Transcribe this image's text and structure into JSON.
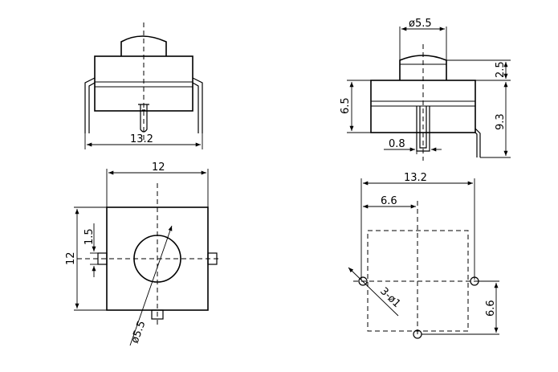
{
  "views": {
    "top_left": {
      "width_label": "13.2"
    },
    "bottom_left": {
      "width_label": "12",
      "height_label": "12",
      "offset_label": "1.5",
      "diameter_label": "ø5.5"
    },
    "top_right": {
      "cap_diameter_label": "ø5.5",
      "cap_height_label": "2.5",
      "body_height_label": "6.5",
      "total_height_label": "9.3",
      "pin_width_label": "0.8"
    },
    "bottom_right": {
      "width_label": "13.2",
      "half_width_label": "6.6",
      "side_label": "6.6",
      "hole_label": "3-ø1"
    }
  }
}
